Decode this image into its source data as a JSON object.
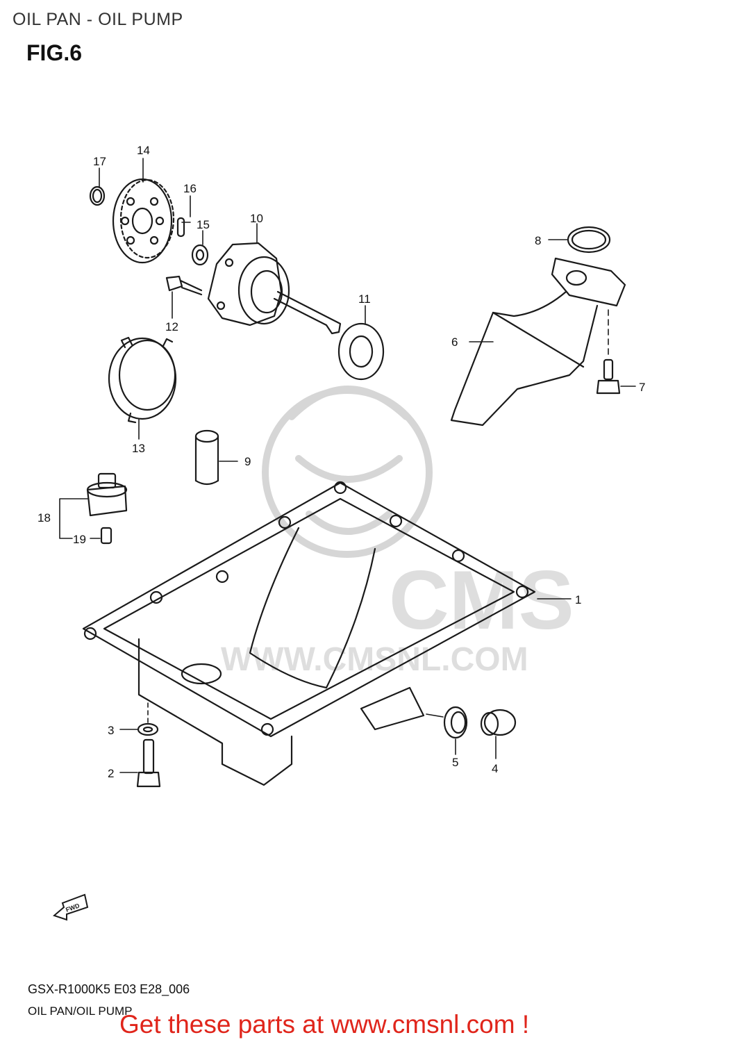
{
  "header": {
    "title": "OIL PAN - OIL PUMP",
    "figure": "FIG.6"
  },
  "watermark": {
    "text": "WWW.CMSNL.COM",
    "logo_text": "CMS"
  },
  "callouts": {
    "c1": "1",
    "c2": "2",
    "c3": "3",
    "c4": "4",
    "c5": "5",
    "c6": "6",
    "c7": "7",
    "c8": "8",
    "c9": "9",
    "c10": "10",
    "c11": "11",
    "c12": "12",
    "c13": "13",
    "c14": "14",
    "c15": "15",
    "c16": "16",
    "c17": "17",
    "c18": "18",
    "c19": "19"
  },
  "fwd_arrow": {
    "label": "FWD",
    "icon": "forward-arrow-icon"
  },
  "footer": {
    "model_code": "GSX-R1000K5 E03 E28_006",
    "diagram_name": "OIL PAN/OIL PUMP",
    "promo_text": "Get these parts at www.cmsnl.com !"
  },
  "colors": {
    "line": "#1a1a1a",
    "watermark": "#d6d6d6",
    "promo": "#e0251b"
  }
}
